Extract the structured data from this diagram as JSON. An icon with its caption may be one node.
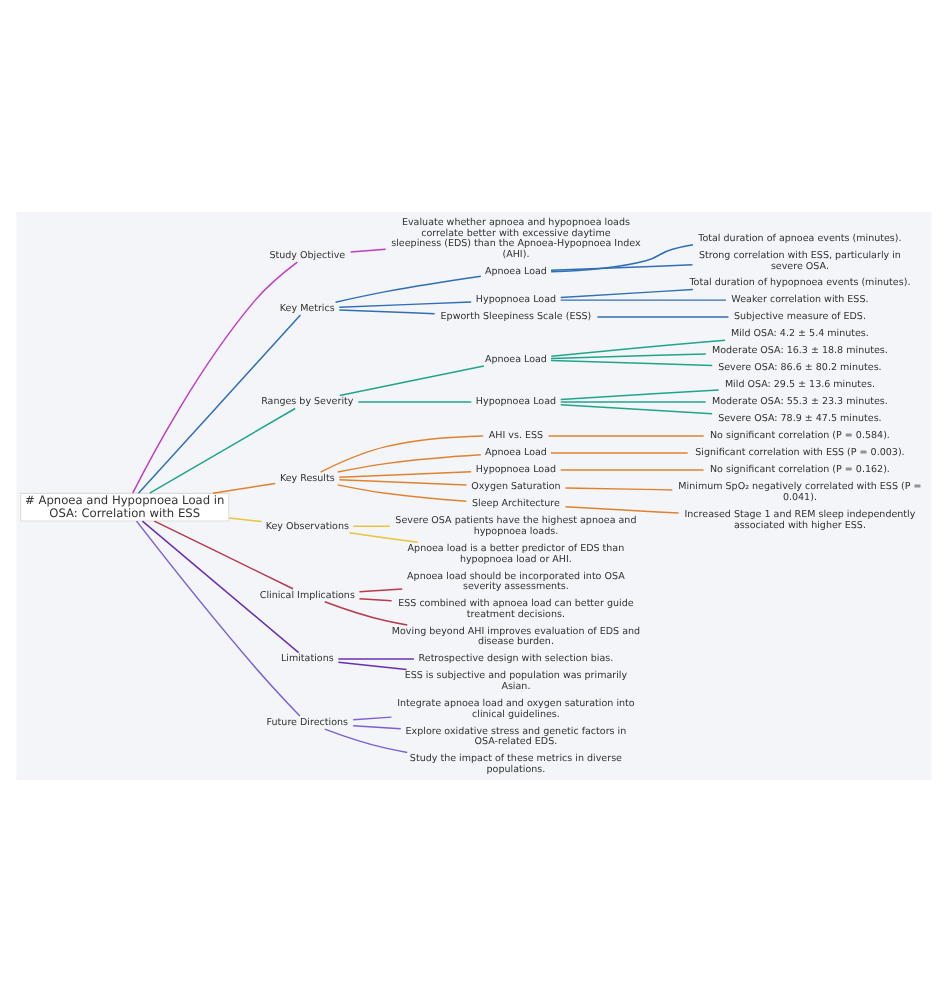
{
  "diagram": {
    "nodes": [
      {
        "text": [
          "# Apnoea and Hypopnoea Load in OSA: Correlation with ESS"
        ]
      },
      {
        "text": [
          "Study Objective"
        ]
      },
      {
        "text": [
          "Evaluate whether apnoea and hypopnoea loads correlate better with excessive daytime sleepiness (EDS) than the Apnoea-Hypopnoea Index (AHI)."
        ]
      },
      {
        "text": [
          "Key Metrics"
        ]
      },
      {
        "text": [
          "Apnoea Load"
        ]
      },
      {
        "text": [
          "Total duration of apnoea events (minutes)."
        ]
      },
      {
        "text": [
          "Strong correlation with ESS, particularly in severe OSA."
        ]
      },
      {
        "text": [
          "Hypopnoea Load"
        ]
      },
      {
        "text": [
          "Total duration of hypopnoea events (minutes)."
        ]
      },
      {
        "text": [
          "Weaker correlation with ESS."
        ]
      },
      {
        "text": [
          "Epworth Sleepiness Scale (ESS)"
        ]
      },
      {
        "text": [
          "Subjective measure of EDS."
        ]
      },
      {
        "text": [
          "Ranges by Severity"
        ]
      },
      {
        "text": [
          "Apnoea Load"
        ]
      },
      {
        "text": [
          "Mild OSA: 4.2 ± 5.4 minutes."
        ]
      },
      {
        "text": [
          "Moderate OSA: 16.3 ± 18.8 minutes."
        ]
      },
      {
        "text": [
          "Severe OSA: 86.6 ± 80.2 minutes."
        ]
      },
      {
        "text": [
          "Hypopnoea Load"
        ]
      },
      {
        "text": [
          "Mild OSA: 29.5 ± 13.6 minutes."
        ]
      },
      {
        "text": [
          "Moderate OSA: 55.3 ± 23.3 minutes."
        ]
      },
      {
        "text": [
          "Severe OSA: 78.9 ± 47.5 minutes."
        ]
      },
      {
        "text": [
          "Key Results"
        ]
      },
      {
        "text": [
          "AHI vs. ESS"
        ]
      },
      {
        "text": [
          "No significant correlation (P = 0.584)."
        ]
      },
      {
        "text": [
          "Apnoea Load"
        ]
      },
      {
        "text": [
          "Significant correlation with ESS (P = 0.003)."
        ]
      },
      {
        "text": [
          "Hypopnoea Load"
        ]
      },
      {
        "text": [
          "No significant correlation (P = 0.162)."
        ]
      },
      {
        "text": [
          "Oxygen Saturation"
        ]
      },
      {
        "text": [
          "Minimum SpO₂ negatively correlated with ESS (P = 0.041)."
        ]
      },
      {
        "text": [
          "Sleep Architecture"
        ]
      },
      {
        "text": [
          "Increased Stage 1 and REM sleep independently associated with higher ESS."
        ]
      },
      {
        "text": [
          "Key Observations"
        ]
      },
      {
        "text": [
          "Severe OSA patients have the highest apnoea and hypopnoea loads."
        ]
      },
      {
        "text": [
          "Apnoea load is a better predictor of EDS than hypopnoea load or AHI."
        ]
      },
      {
        "text": [
          "Clinical Implications"
        ]
      },
      {
        "text": [
          "Apnoea load should be incorporated into OSA severity assessments."
        ]
      },
      {
        "text": [
          "ESS combined with apnoea load can better guide treatment decisions."
        ]
      },
      {
        "text": [
          "Moving beyond AHI improves evaluation of EDS and disease burden."
        ]
      },
      {
        "text": [
          "Limitations"
        ]
      },
      {
        "text": [
          "Retrospective design with selection bias."
        ]
      },
      {
        "text": [
          "ESS is subjective and population was primarily Asian."
        ]
      },
      {
        "text": [
          "Future Directions"
        ]
      },
      {
        "text": [
          "Integrate apnoea load and oxygen saturation into clinical guidelines."
        ]
      },
      {
        "text": [
          "Explore oxidative stress and genetic factors in OSA-related EDS."
        ]
      },
      {
        "text": [
          "Study the impact of these metrics in diverse populations."
        ]
      }
    ],
    "edges": [
      {
        "from": 0,
        "to": 1,
        "arrow": "none",
        "color": "#c03cc4"
      },
      {
        "from": 1,
        "to": 2,
        "arrow": "none",
        "color": "#c03cc4"
      },
      {
        "from": 0,
        "to": 3,
        "arrow": "none",
        "color": "#2f6fb5"
      },
      {
        "from": 3,
        "to": 4,
        "arrow": "none",
        "color": "#2f6fb5"
      },
      {
        "from": 4,
        "to": 5,
        "arrow": "none",
        "color": "#2f6fb5"
      },
      {
        "from": 4,
        "to": 6,
        "arrow": "none",
        "color": "#2f6fb5"
      },
      {
        "from": 3,
        "to": 7,
        "arrow": "none",
        "color": "#2f6fb5"
      },
      {
        "from": 7,
        "to": 8,
        "arrow": "none",
        "color": "#2f6fb5"
      },
      {
        "from": 7,
        "to": 9,
        "arrow": "none",
        "color": "#2f6fb5"
      },
      {
        "from": 3,
        "to": 10,
        "arrow": "none",
        "color": "#2f6fb5"
      },
      {
        "from": 10,
        "to": 11,
        "arrow": "none",
        "color": "#2f6fb5"
      },
      {
        "from": 0,
        "to": 12,
        "arrow": "none",
        "color": "#20a58a"
      },
      {
        "from": 12,
        "to": 13,
        "arrow": "none",
        "color": "#20a58a"
      },
      {
        "from": 13,
        "to": 14,
        "arrow": "none",
        "color": "#20a58a"
      },
      {
        "from": 13,
        "to": 15,
        "arrow": "none",
        "color": "#20a58a"
      },
      {
        "from": 13,
        "to": 16,
        "arrow": "none",
        "color": "#20a58a"
      },
      {
        "from": 12,
        "to": 17,
        "arrow": "none",
        "color": "#20a58a"
      },
      {
        "from": 17,
        "to": 18,
        "arrow": "none",
        "color": "#20a58a"
      },
      {
        "from": 17,
        "to": 19,
        "arrow": "none",
        "color": "#20a58a"
      },
      {
        "from": 17,
        "to": 20,
        "arrow": "none",
        "color": "#20a58a"
      },
      {
        "from": 0,
        "to": 21,
        "arrow": "none",
        "color": "#e0822d"
      },
      {
        "from": 21,
        "to": 22,
        "arrow": "none",
        "color": "#e0822d"
      },
      {
        "from": 22,
        "to": 23,
        "arrow": "none",
        "color": "#e0822d"
      },
      {
        "from": 21,
        "to": 24,
        "arrow": "none",
        "color": "#e0822d"
      },
      {
        "from": 24,
        "to": 25,
        "arrow": "none",
        "color": "#e0822d"
      },
      {
        "from": 21,
        "to": 26,
        "arrow": "none",
        "color": "#e0822d"
      },
      {
        "from": 26,
        "to": 27,
        "arrow": "none",
        "color": "#e0822d"
      },
      {
        "from": 21,
        "to": 28,
        "arrow": "none",
        "color": "#e0822d"
      },
      {
        "from": 28,
        "to": 29,
        "arrow": "none",
        "color": "#e0822d"
      },
      {
        "from": 21,
        "to": 30,
        "arrow": "none",
        "color": "#e0822d"
      },
      {
        "from": 30,
        "to": 31,
        "arrow": "none",
        "color": "#e0822d"
      },
      {
        "from": 0,
        "to": 32,
        "arrow": "none",
        "color": "#e8c53a"
      },
      {
        "from": 32,
        "to": 33,
        "arrow": "none",
        "color": "#e8c53a"
      },
      {
        "from": 32,
        "to": 34,
        "arrow": "none",
        "color": "#e8c53a"
      },
      {
        "from": 0,
        "to": 35,
        "arrow": "none",
        "color": "#b83a4b"
      },
      {
        "from": 35,
        "to": 36,
        "arrow": "none",
        "color": "#b83a4b"
      },
      {
        "from": 35,
        "to": 37,
        "arrow": "none",
        "color": "#b83a4b"
      },
      {
        "from": 35,
        "to": 38,
        "arrow": "none",
        "color": "#b83a4b"
      },
      {
        "from": 0,
        "to": 39,
        "arrow": "none",
        "color": "#6a2fb0"
      },
      {
        "from": 39,
        "to": 40,
        "arrow": "none",
        "color": "#6a2fb0"
      },
      {
        "from": 39,
        "to": 41,
        "arrow": "none",
        "color": "#6a2fb0"
      },
      {
        "from": 0,
        "to": 42,
        "arrow": "none",
        "color": "#7b5fd6"
      },
      {
        "from": 42,
        "to": 43,
        "arrow": "none",
        "color": "#7b5fd6"
      },
      {
        "from": 42,
        "to": 44,
        "arrow": "none",
        "color": "#7b5fd6"
      },
      {
        "from": 42,
        "to": 45,
        "arrow": "none",
        "color": "#7b5fd6"
      }
    ]
  }
}
